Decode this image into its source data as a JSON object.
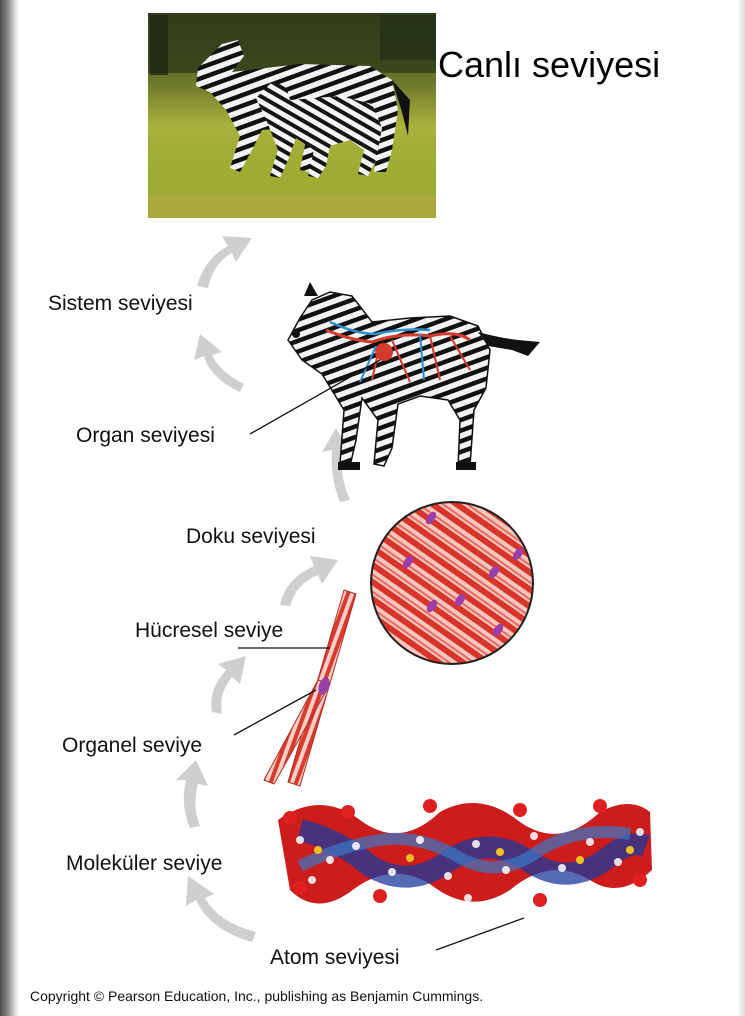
{
  "title": "Canlı seviyesi",
  "levels": {
    "sistem": "Sistem seviyesi",
    "organ": "Organ seviyesi",
    "doku": "Doku seviyesi",
    "hucresel": "Hücresel seviye",
    "organel": "Organel seviye",
    "molekuler": "Moleküler seviye",
    "atom": "Atom seviyesi"
  },
  "copyright": "Copyright © Pearson Education, Inc., publishing as Benjamin Cummings."
}
